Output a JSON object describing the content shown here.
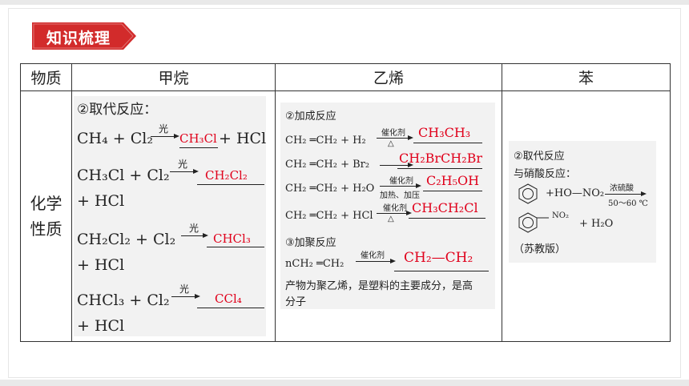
{
  "badge": {
    "label": "知识梳理",
    "color": "#d22b2b"
  },
  "table": {
    "headers": [
      "物质",
      "甲烷",
      "乙烯",
      "苯"
    ],
    "row_label_line1": "化学",
    "row_label_line2": "性质"
  },
  "methane": {
    "title": "②取代反应：",
    "light": "光",
    "r1": {
      "left": "CH₄ + Cl₂",
      "product": "CH₃Cl",
      "rest": "+ HCl"
    },
    "r2": {
      "left": "CH₃Cl + Cl₂",
      "product": "CH₂Cl₂",
      "rest": "+ HCl"
    },
    "r3": {
      "left": "CH₂Cl₂ + Cl₂",
      "product": "CHCl₃",
      "rest": "+ HCl"
    },
    "r4": {
      "left": "CHCl₃ + Cl₂",
      "product": "CCl₄",
      "rest": "+ HCl"
    }
  },
  "ethylene": {
    "addition_title": "②加成反应",
    "r1": {
      "left": "CH₂ ═CH₂ + H₂",
      "cond_top": "催化剂",
      "cond_bottom": "△",
      "product": "CH₃CH₃"
    },
    "r2": {
      "left": "CH₂ ═CH₂ + Br₂",
      "product": "CH₂BrCH₂Br"
    },
    "r3": {
      "left": "CH₂ ═CH₂ + H₂O",
      "cond_top": "催化剂",
      "cond_bottom": "加热、加压",
      "product": "C₂H₅OH"
    },
    "r4": {
      "left": "CH₂ ═CH₂ + HCl",
      "cond_top": "催化剂",
      "cond_bottom": "△",
      "product": "CH₃CH₂Cl"
    },
    "poly_title": "③加聚反应",
    "r5": {
      "left": "nCH₂ ═CH₂",
      "cond_top": "催化剂",
      "product": "CH₂—CH₂"
    },
    "note_line1": "产物为聚乙烯，是塑料的主要成分，是高",
    "note_line2": "分子"
  },
  "benzene": {
    "title": "②取代反应",
    "subtitle": "与硝酸反应：",
    "reactant": "+HO—NO₂",
    "cond_top": "浓硫酸",
    "cond_bottom": "50～60 ℃",
    "product_group": "NO₂",
    "product_rest": "+ H₂O",
    "source": "（苏教版）"
  }
}
